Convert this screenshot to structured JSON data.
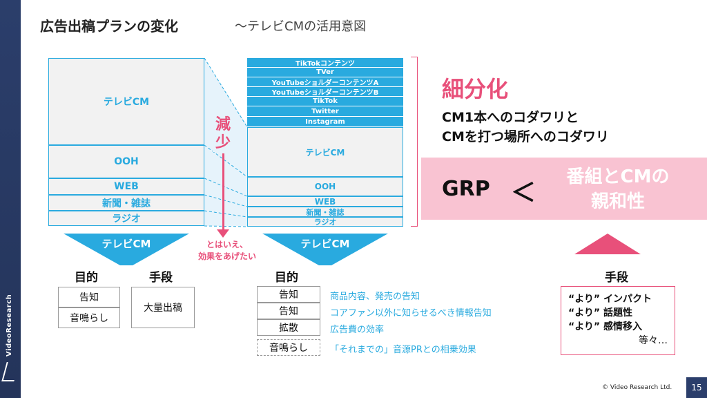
{
  "sidebar": {
    "brand": "VideoResearch"
  },
  "header": {
    "title": "広告出稿プランの変化",
    "subtitle": "～テレビCMの活用意図"
  },
  "left_stack": [
    "テレビCM",
    "OOH",
    "WEB",
    "新聞・雑誌",
    "ラジオ"
  ],
  "right_small": [
    "TikTokコンテンツ",
    "TVer",
    "YouTubeショルダーコンテンツA",
    "YouTubeショルダーコンテンツB",
    "TikTok",
    "Twitter",
    "Instagram"
  ],
  "right_stack": [
    "テレビCM",
    "OOH",
    "WEB",
    "新聞・雑誌",
    "ラジオ"
  ],
  "middle": {
    "reduce_label": "減少",
    "note_line1": "とはいえ、",
    "note_line2": "効果をあげたい"
  },
  "right_panel": {
    "big_label": "細分化",
    "line1": "CM1本へのコダワリと",
    "line2": "CMを打つ場所へのコダワリ",
    "grp": "GRP",
    "lt": "＜",
    "affinity_line1": "番組とCMの",
    "affinity_line2": "親和性"
  },
  "left_bottom": {
    "chevron": "テレビCM",
    "purpose_label": "目的",
    "means_label": "手段",
    "purposes": [
      "告知",
      "音鳴らし"
    ],
    "means": "大量出稿"
  },
  "right_bottom": {
    "chevron": "テレビCM",
    "purpose_label": "目的",
    "purposes": [
      "告知",
      "告知",
      "拡散"
    ],
    "purpose_dashed": "音鳴らし",
    "descriptions": [
      "商品内容、発売の告知",
      "コアファン以外に知らせるべき情報告知",
      "広告費の効率",
      "「それまでの」音源PRとの相乗効果"
    ]
  },
  "means_panel": {
    "label": "手段",
    "lines": [
      "“より” インパクト",
      "“より” 話題性",
      "“より” 感情移入",
      "等々…"
    ]
  },
  "footer": {
    "copyright": "© Video Research Ltd.",
    "page": "15"
  },
  "colors": {
    "blue": "#29aadf",
    "pink": "#e8507a",
    "pink_band": "#f9c3d2",
    "navy": "#2b3e6b"
  }
}
